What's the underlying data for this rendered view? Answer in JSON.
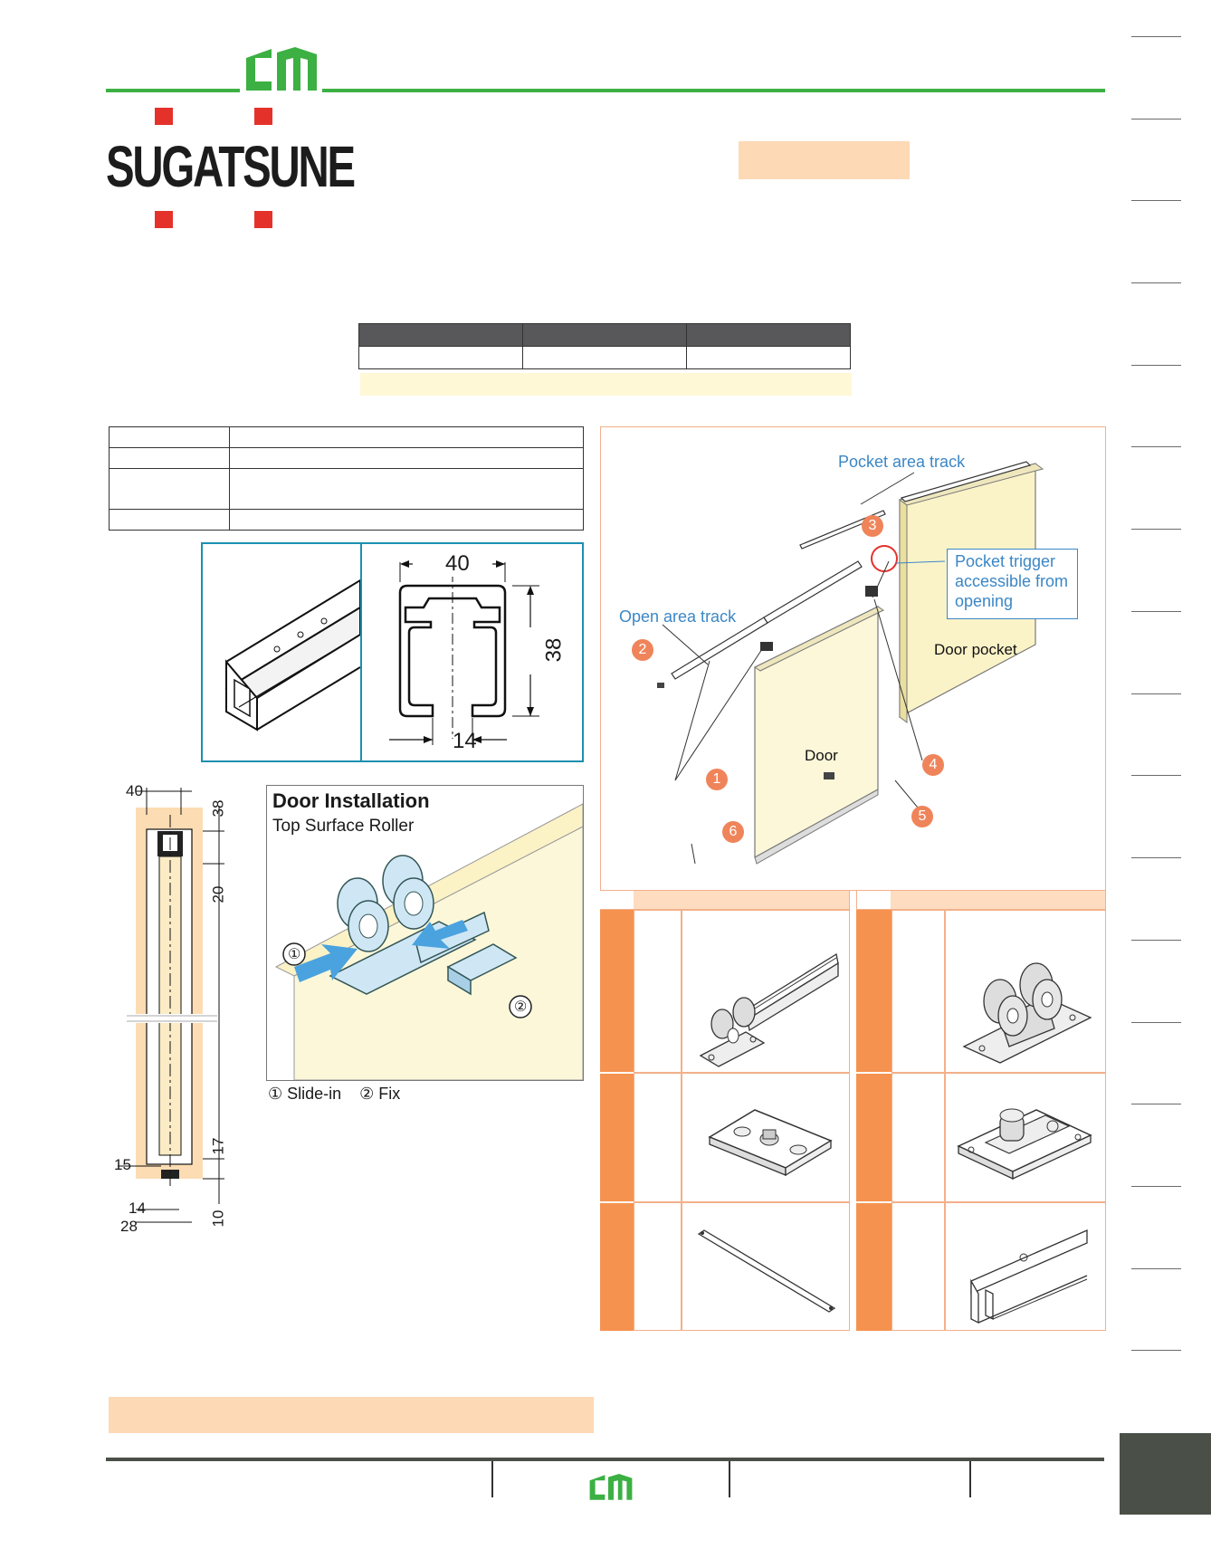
{
  "brand": {
    "name": "SUGATSUNE",
    "logo_icon": "cm-logo-icon",
    "colors": {
      "green": "#3cb043",
      "red": "#e4322b",
      "dark": "#1c1c1c"
    }
  },
  "dimensions": {
    "profile_width": "40",
    "profile_height": "38",
    "slot_width": "14",
    "section": {
      "top_width": "40",
      "top_height": "38",
      "mid_height": "20",
      "low_height": "17",
      "left_offset": "15",
      "bottom_height": "10",
      "bottom_width_small": "14",
      "bottom_width_large": "28"
    }
  },
  "installation": {
    "title": "Door Installation",
    "subtitle": "Top Surface Roller",
    "step1_marker": "①",
    "step2_marker": "②",
    "legend": "① Slide-in    ② Fix"
  },
  "overview": {
    "pocket_track_label": "Pocket area track",
    "trigger_label": "Pocket trigger accessible from opening",
    "open_track_label": "Open area track",
    "door_pocket_label": "Door pocket",
    "door_label": "Door",
    "callouts": [
      "1",
      "2",
      "3",
      "4",
      "5",
      "6"
    ]
  }
}
